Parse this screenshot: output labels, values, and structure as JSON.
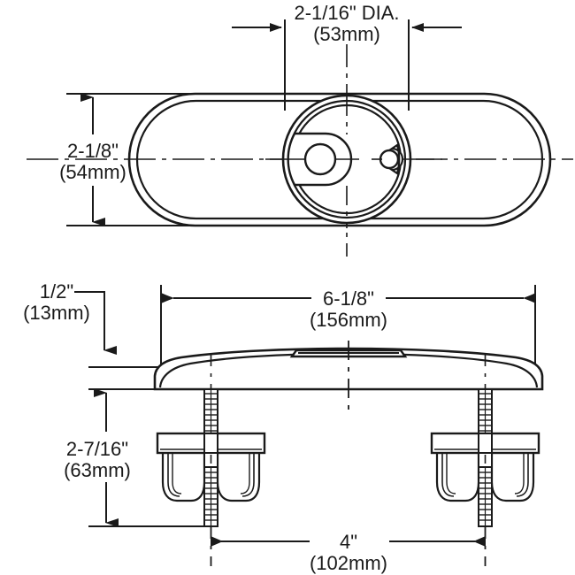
{
  "drawing": {
    "title": "Bathtub drain overflow cover plate - technical dimension drawing",
    "line_color": "#1a1a1a",
    "background_color": "#ffffff",
    "views": [
      {
        "name": "top-view",
        "description": "Plan view of oval cover plate with central circular drain assembly, keyhole lever slot and small overflow hole"
      },
      {
        "name": "side-view",
        "description": "Elevation view of cover plate with raised center boss and two threaded bolts with toggle clamp legs"
      }
    ]
  },
  "dimensions": {
    "diameter_top": {
      "imperial": "2-1/16\" DIA.",
      "metric": "(53mm)",
      "name": "center-drain-diameter"
    },
    "height_top": {
      "imperial": "2-1/8\"",
      "metric": "(54mm)",
      "name": "plate-width"
    },
    "thickness": {
      "imperial": "1/2\"",
      "metric": "(13mm)",
      "name": "plate-thickness"
    },
    "length": {
      "imperial": "6-1/8\"",
      "metric": "(156mm)",
      "name": "plate-length"
    },
    "depth": {
      "imperial": "2-7/16\"",
      "metric": "(63mm)",
      "name": "bolt-depth"
    },
    "bolt_spacing": {
      "imperial": "4\"",
      "metric": "(102mm)",
      "name": "bolt-spacing"
    }
  }
}
